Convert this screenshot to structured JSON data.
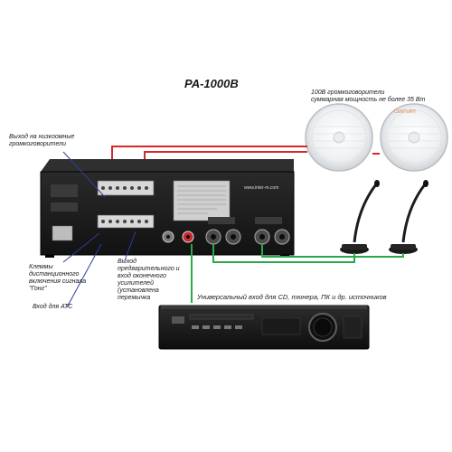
{
  "title": "PA-1000B",
  "speakers_note": {
    "line1": "100В громкоговорители",
    "line2": "суммарная мощность не более 35 Вт"
  },
  "labels": {
    "low_impedance": {
      "line1": "Выход на низкоомные",
      "line2": "громкоговорители"
    },
    "remote_terminals": {
      "line1": "Клеммы",
      "line2": "дистанционного",
      "line3": "включения сигнала",
      "line4": "\"Гонг\""
    },
    "atc_input": "Вход для АТС",
    "preamp_output": {
      "line1": "Выход",
      "line2": "предварительного и",
      "line3": "вход оконечного",
      "line4": "усилителей",
      "line5": "(установлена",
      "line6": "перемычка"
    },
    "universal_input": "Универсальный вход для CD, тюнера, ПК и др. источников"
  },
  "device_text": {
    "brand": "www.inter-m.com",
    "speaker_brand": "CENTURY"
  },
  "colors": {
    "speaker_wire": "#d42a2a",
    "mic_wire": "#2aa84a",
    "pointer_line": "#2a3f9e",
    "device_body": "#1b1b1b"
  }
}
